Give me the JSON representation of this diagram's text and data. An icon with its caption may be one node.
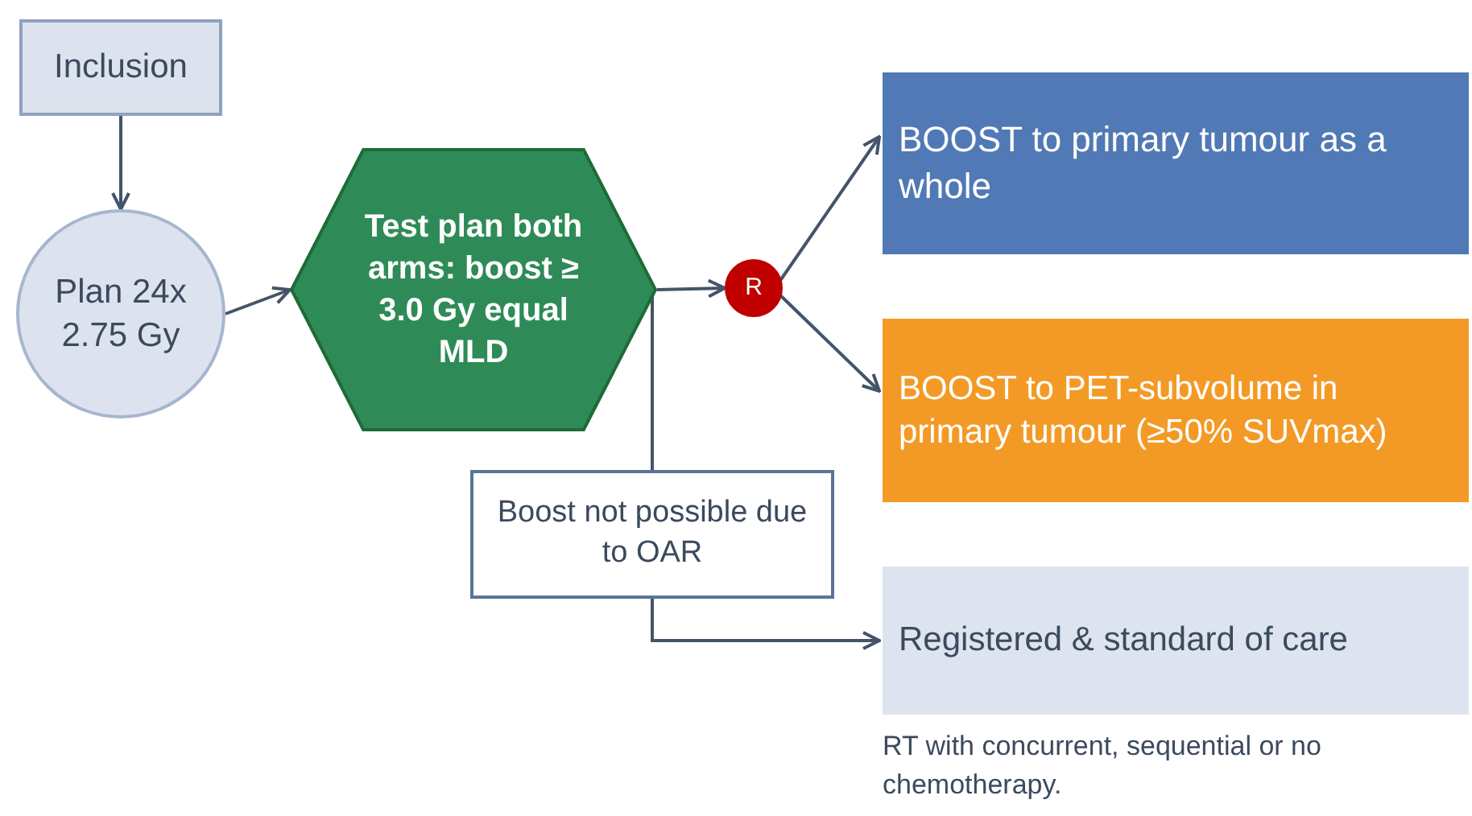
{
  "diagram": {
    "nodes": [
      {
        "text": [
          "Inclusion"
        ]
      },
      {
        "text": [
          "Plan 24x 2.75 Gy"
        ]
      },
      {
        "text": [
          "Test plan both arms: boost ≥ 3.0 Gy equal MLD"
        ]
      },
      {
        "text": [
          "R"
        ]
      },
      {
        "text": [
          "BOOST to primary tumour as a whole"
        ]
      },
      {
        "text": [
          "BOOST to PET-subvolume in primary tumour (≥50% SUVmax)"
        ]
      },
      {
        "text": [
          "Boost not possible due to OAR"
        ]
      },
      {
        "text": [
          "Registered & standard of care"
        ],
        "beside": [
          "RT with concurrent, sequential or no chemotherapy."
        ]
      }
    ],
    "edges": [
      {
        "from": 0,
        "to": 1,
        "arrow": "to"
      },
      {
        "from": 1,
        "to": 2,
        "arrow": "to"
      },
      {
        "from": 2,
        "to": 3,
        "arrow": "to"
      },
      {
        "from": 3,
        "to": 4,
        "arrow": "to"
      },
      {
        "from": 3,
        "to": 5,
        "arrow": "to"
      },
      {
        "from": 2,
        "to": 6,
        "arrow": "none"
      },
      {
        "from": 6,
        "to": 7,
        "arrow": "to"
      }
    ]
  }
}
